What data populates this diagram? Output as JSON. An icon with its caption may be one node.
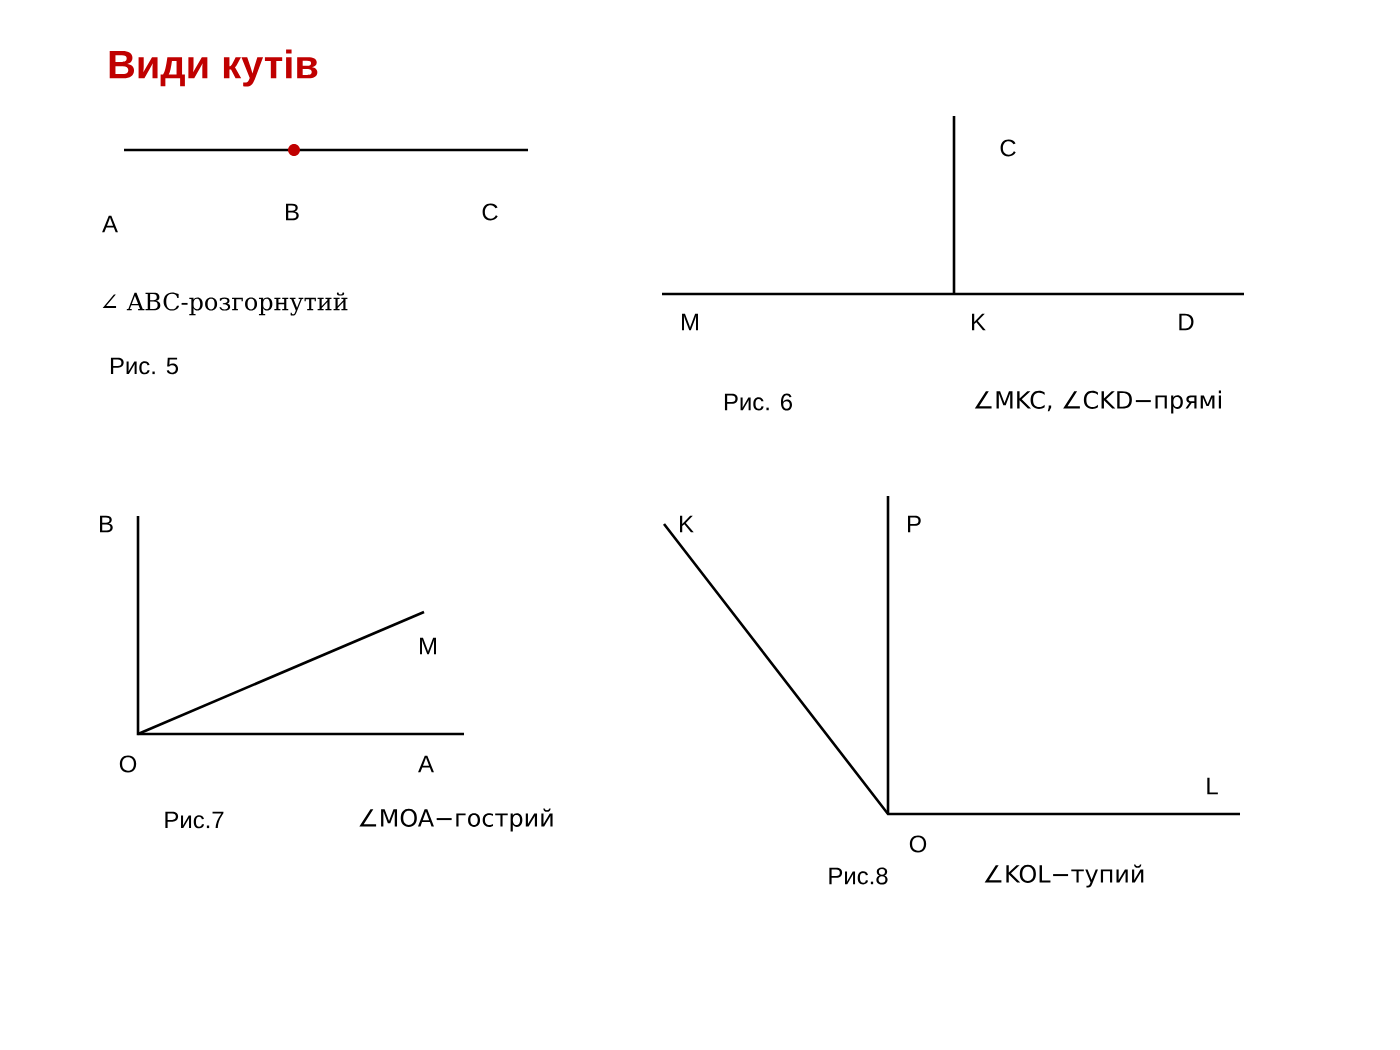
{
  "diagram": {
    "title": "Види кутів",
    "labels": [
      "A",
      "B",
      "C",
      "∠ ABC-розгорнутий",
      "Рис. 5",
      "C",
      "M",
      "K",
      "D",
      "Рис. 6",
      "∠MKC, ∠CKD−прямі",
      "B",
      "M",
      "O",
      "A",
      "Рис.7",
      "∠MOA−гострий",
      "K",
      "P",
      "L",
      "O",
      "Рис.8",
      "∠KOL−тупий"
    ]
  }
}
